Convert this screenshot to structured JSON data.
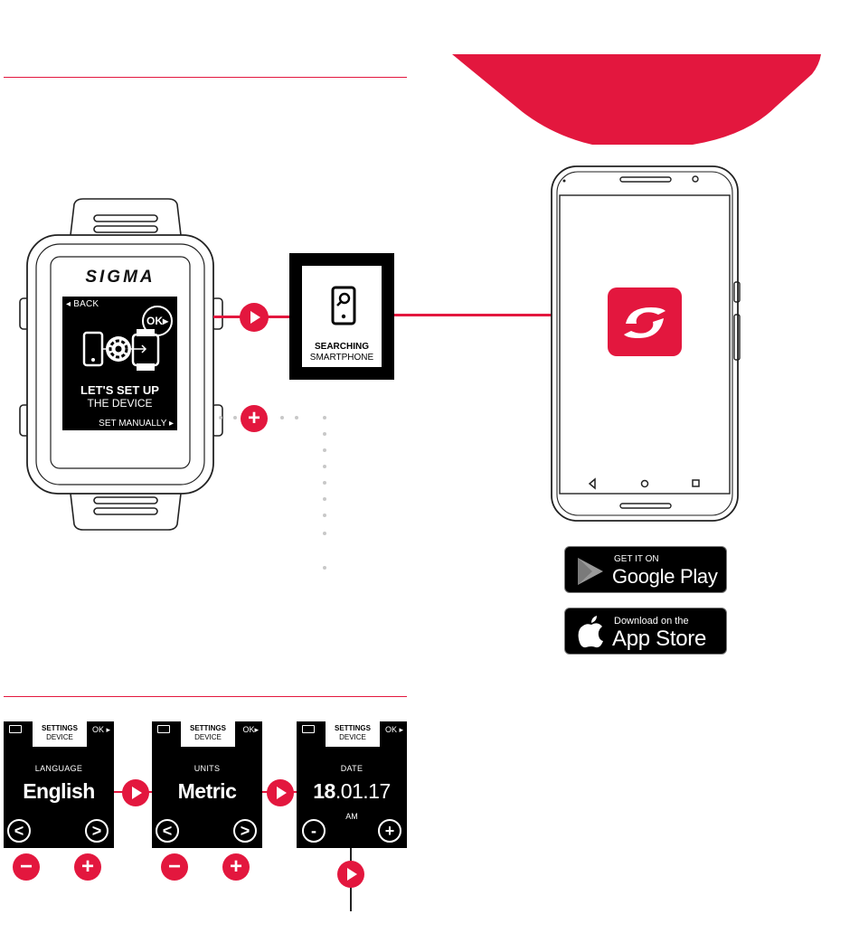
{
  "watch": {
    "brand": "SIGMA",
    "screen": {
      "back": "◂ BACK",
      "ok": "OK▸",
      "title": "LET'S SET UP",
      "subtitle": "THE DEVICE",
      "set_manually": "SET MANUALLY ▸"
    }
  },
  "searching": {
    "line1": "SEARCHING",
    "line2": "SMARTPHONE"
  },
  "stores": {
    "google": {
      "small": "GET IT ON",
      "big": "Google Play"
    },
    "apple": {
      "small": "Download on the",
      "big": "App Store"
    }
  },
  "settings_screens": [
    {
      "header_top": "SETTINGS",
      "header_bottom": "DEVICE",
      "ok": "OK ▸",
      "label": "LANGUAGE",
      "value": "English",
      "left": "<",
      "right": ">"
    },
    {
      "header_top": "SETTINGS",
      "header_bottom": "DEVICE",
      "ok": "OK▸",
      "label": "UNITS",
      "value": "Metric",
      "left": "<",
      "right": ">"
    },
    {
      "header_top": "SETTINGS",
      "header_bottom": "DEVICE",
      "ok": "OK ▸",
      "label": "DATE",
      "value_bold": "18",
      "value_rest": ".01.17",
      "ampm": "AM",
      "left": "-",
      "right": "+"
    }
  ],
  "buttons": {
    "minus": "−",
    "plus": "+"
  },
  "colors": {
    "accent": "#e3173e",
    "screen": "#000000"
  }
}
